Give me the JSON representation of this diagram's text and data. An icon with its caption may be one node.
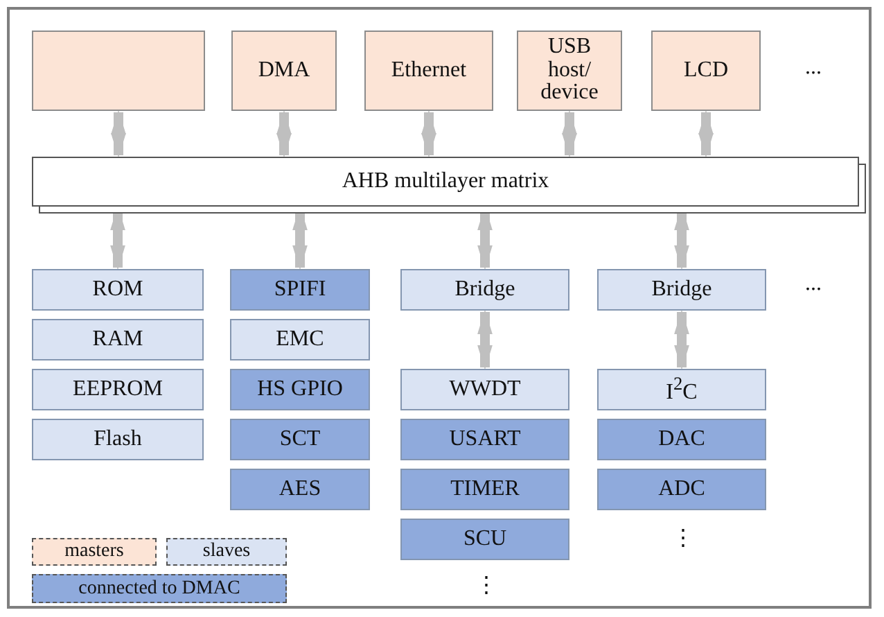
{
  "diagram": {
    "nodes": [
      {
        "text": [],
        "shape": "box"
      },
      {
        "text": [
          "DMA"
        ]
      },
      {
        "text": [
          "Ethernet"
        ]
      },
      {
        "text": [
          "USB host/ device"
        ]
      },
      {
        "text": [
          "LCD"
        ]
      },
      {
        "text": [
          "AHB multilayer matrix"
        ]
      },
      {
        "text": [
          "ROM"
        ]
      },
      {
        "text": [
          "RAM"
        ]
      },
      {
        "text": [
          "EEPROM"
        ]
      },
      {
        "text": [
          "Flash"
        ]
      },
      {
        "text": [
          "SPIFI"
        ]
      },
      {
        "text": [
          "EMC"
        ]
      },
      {
        "text": [
          "HS GPIO"
        ]
      },
      {
        "text": [
          "SCT"
        ]
      },
      {
        "text": [
          "AES"
        ]
      },
      {
        "text": [
          "Bridge"
        ]
      },
      {
        "text": [
          "WWDT"
        ]
      },
      {
        "text": [
          "USART"
        ]
      },
      {
        "text": [
          "TIMER"
        ]
      },
      {
        "text": [
          "SCU"
        ]
      },
      {
        "text": [
          "Bridge"
        ]
      },
      {
        "text": [
          "I$^{2}$C"
        ]
      },
      {
        "text": [
          "DAC"
        ]
      },
      {
        "text": [
          "ADC"
        ]
      }
    ],
    "edges": [
      {
        "from": 0,
        "to": 5,
        "arrow": "both"
      },
      {
        "from": 1,
        "to": 5,
        "arrow": "both"
      },
      {
        "from": 2,
        "to": 5,
        "arrow": "both"
      },
      {
        "from": 3,
        "to": 5,
        "arrow": "both"
      },
      {
        "from": 4,
        "to": 5,
        "arrow": "both"
      },
      {
        "from": 5,
        "to": 6,
        "arrow": "both"
      },
      {
        "from": 5,
        "to": 10,
        "arrow": "both"
      },
      {
        "from": 5,
        "to": 15,
        "arrow": "both"
      },
      {
        "from": 5,
        "to": 20,
        "arrow": "both"
      },
      {
        "from": 15,
        "to": 16,
        "arrow": "both"
      },
      {
        "from": 20,
        "to": 21,
        "arrow": "both"
      }
    ],
    "labels": [
      "...",
      "...",
      "⋮",
      "⋮"
    ],
    "legend": [
      {
        "text": "masters",
        "color": "#fce4d6"
      },
      {
        "text": "slaves",
        "color": "#dae3f3"
      },
      {
        "text": "connected to DMAC",
        "color": "#8faadc"
      }
    ]
  }
}
